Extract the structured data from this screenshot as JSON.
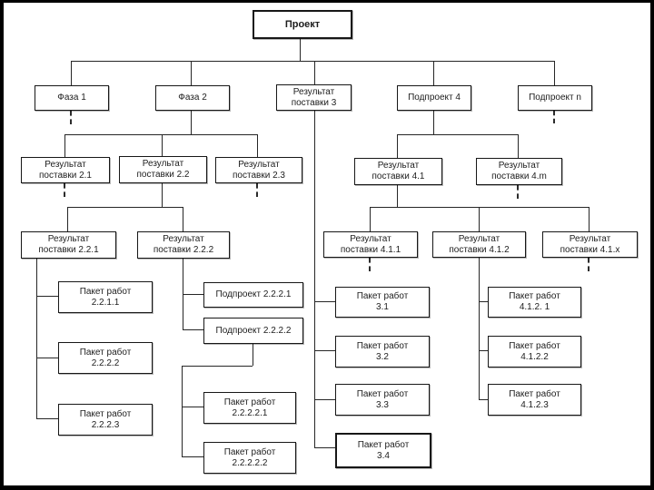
{
  "diagram": {
    "type": "work-breakdown-structure",
    "language": "ru",
    "colors": {
      "background": "#ffffff",
      "frame": "#000000",
      "box_border": "#171717",
      "connector": "#262626",
      "text": "#1d1d1d"
    },
    "nodes": {
      "proekt": {
        "label": "Проект"
      },
      "faza1": {
        "label": "Фаза 1"
      },
      "faza2": {
        "label": "Фаза 2"
      },
      "rez3": {
        "label": "Результат\nпоставки 3"
      },
      "pod4": {
        "label": "Подпроект 4"
      },
      "podn": {
        "label": "Подпроект n"
      },
      "rez21": {
        "label": "Результат\nпоставки 2.1"
      },
      "rez22": {
        "label": "Результат\nпоставки 2.2"
      },
      "rez23": {
        "label": "Результат\nпоставки 2.3"
      },
      "rez41": {
        "label": "Результат\nпоставки 4.1"
      },
      "rez4m": {
        "label": "Результат\nпоставки 4.m"
      },
      "rez221": {
        "label": "Результат\nпоставки 2.2.1"
      },
      "rez222": {
        "label": "Результат\nпоставки 2.2.2"
      },
      "rez411": {
        "label": "Результат\nпоставки 4.1.1"
      },
      "rez412": {
        "label": "Результат\nпоставки 4.1.2"
      },
      "rez41x": {
        "label": "Результат\nпоставки 4.1.x"
      },
      "pod2221": {
        "label": "Подпроект 2.2.2.1"
      },
      "pod2222": {
        "label": "Подпроект 2.2.2.2"
      },
      "pr2211": {
        "label": "Пакет работ\n2.2.1.1"
      },
      "pr2222": {
        "label": "Пакет работ\n2.2.2.2"
      },
      "pr2223": {
        "label": "Пакет работ\n2.2.2.3"
      },
      "pr22221": {
        "label": "Пакет работ\n2.2.2.2.1"
      },
      "pr22222": {
        "label": "Пакет работ\n2.2.2.2.2"
      },
      "pr31": {
        "label": "Пакет работ\n3.1"
      },
      "pr32": {
        "label": "Пакет работ\n3.2"
      },
      "pr33": {
        "label": "Пакет работ\n3.3"
      },
      "pr34": {
        "label": "Пакет работ\n3.4"
      },
      "pr4121": {
        "label": "Пакет работ\n4.1.2. 1"
      },
      "pr4122": {
        "label": "Пакет работ\n4.1.2.2"
      },
      "pr4123": {
        "label": "Пакет работ\n4.1.2.3"
      }
    }
  }
}
